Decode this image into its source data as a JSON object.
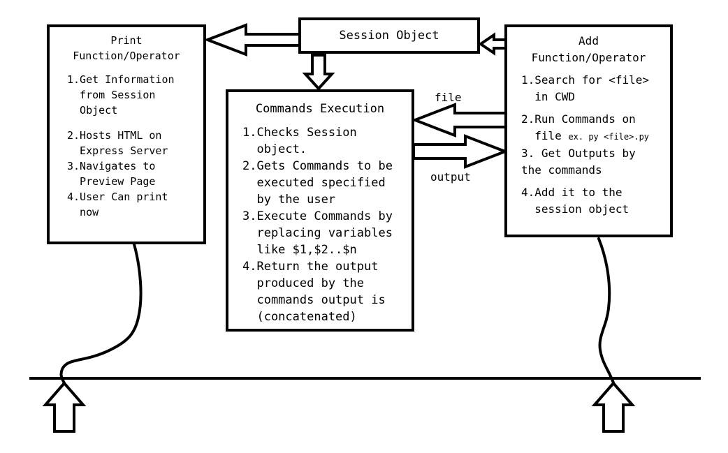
{
  "colors": {
    "ink": "#000000",
    "background": "#ffffff"
  },
  "print_box": {
    "title_line1": "Print",
    "title_line2": "Function/Operator",
    "items": [
      "1.Get Information from Session Object",
      "2.Hosts HTML on Express Server",
      "3.Navigates to Preview Page",
      "4.User Can print now"
    ]
  },
  "session_box": {
    "title": "Session Object"
  },
  "commands_box": {
    "title": "Commands Execution",
    "items": [
      "1.Checks Session object.",
      "2.Gets Commands to be executed specified by the user",
      "3.Execute Commands by replacing variables like $1,$2..$n",
      "4.Return the output produced by the commands output is (concatenated)"
    ]
  },
  "add_box": {
    "title_line1": "Add",
    "title_line2": "Function/Operator",
    "items": [
      {
        "text": "1.Search for <file> in CWD"
      },
      {
        "text": "2.Run Commands on file",
        "note": "ex. py <file>.py"
      },
      {
        "text": "3. Get Outputs by the commands"
      },
      {
        "text": "4.Add it to the session object"
      }
    ]
  },
  "labels": {
    "file": "file",
    "output": "output"
  }
}
